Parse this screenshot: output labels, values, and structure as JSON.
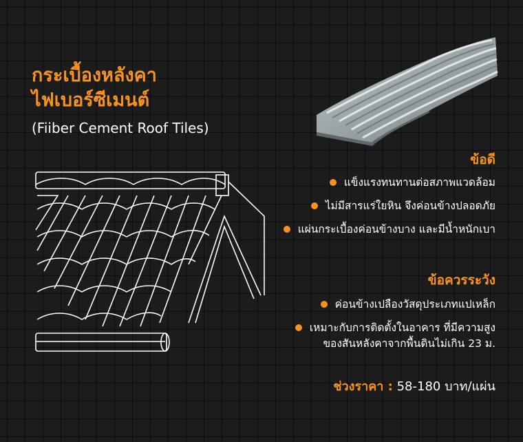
{
  "title": {
    "line1": "กระเบื้องหลังคา",
    "line2": "ไฟเบอร์ซีเมนต์",
    "english": "(Fiiber Cement Roof Tiles)"
  },
  "pros": {
    "heading": "ข้อดี",
    "items": [
      "แข็งแรงทนทานต่อสภาพแวดล้อม",
      "ไม่มีสารแร่ใยหิน จึงค่อนข้างปลอดภัย",
      "แผ่นกระเบื้องค่อนข้างบาง และมีน้ำหนักเบา"
    ]
  },
  "cautions": {
    "heading": "ข้อควรระวัง",
    "items": [
      "ค่อนข้างเปลืองวัสดุประเภทแปเหล็ก",
      "เหมาะกับการติดตั้งในอาคาร ที่มีความสูง\nของสันหลังคาจากพื้นดินไม่เกิน 23 ม."
    ]
  },
  "price": {
    "label": "ช่วงราคา :",
    "value": "58-180 บาท/แผ่น"
  },
  "colors": {
    "accent": "#f7931e",
    "background": "#1c1c1c",
    "text": "#ffffff"
  },
  "icons": {
    "bullet": "orange-dot",
    "product": "corrugated-roof-sheet",
    "diagram": "roof-line-drawing"
  }
}
